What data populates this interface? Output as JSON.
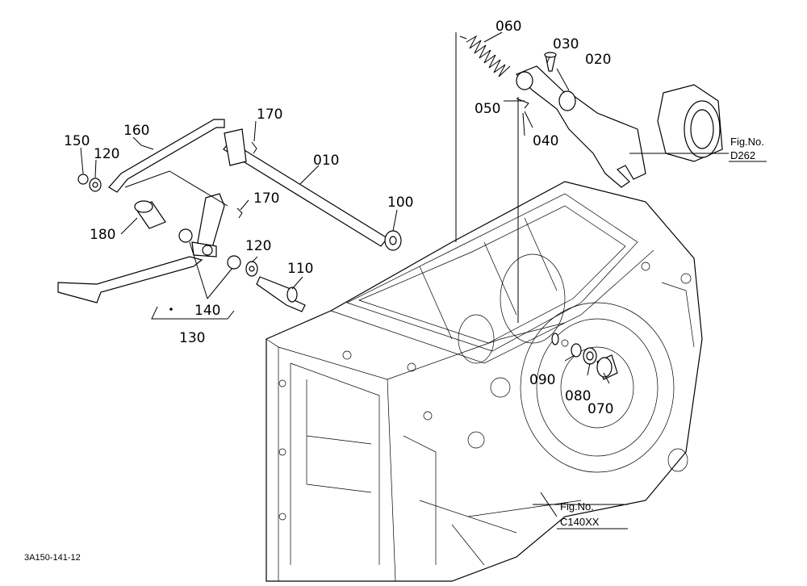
{
  "parts": [
    {
      "id": "p010",
      "label": "010"
    },
    {
      "id": "p020",
      "label": "020"
    },
    {
      "id": "p030",
      "label": "030"
    },
    {
      "id": "p040",
      "label": "040"
    },
    {
      "id": "p050",
      "label": "050"
    },
    {
      "id": "p060",
      "label": "060"
    },
    {
      "id": "p070",
      "label": "070"
    },
    {
      "id": "p080",
      "label": "080"
    },
    {
      "id": "p090",
      "label": "090"
    },
    {
      "id": "p100",
      "label": "100"
    },
    {
      "id": "p110",
      "label": "110"
    },
    {
      "id": "p120a",
      "label": "120"
    },
    {
      "id": "p120b",
      "label": "120"
    },
    {
      "id": "p130",
      "label": "130"
    },
    {
      "id": "p140",
      "label": "140"
    },
    {
      "id": "p150",
      "label": "150"
    },
    {
      "id": "p160",
      "label": "160"
    },
    {
      "id": "p170a",
      "label": "170"
    },
    {
      "id": "p170b",
      "label": "170"
    },
    {
      "id": "p180",
      "label": "180"
    }
  ],
  "references": {
    "d262": {
      "line1": "Fig.No.",
      "line2": "D262"
    },
    "c140": {
      "line1": "Fig.No.",
      "line2": "C140XX"
    }
  },
  "drawing_code": "3A150-141-12"
}
